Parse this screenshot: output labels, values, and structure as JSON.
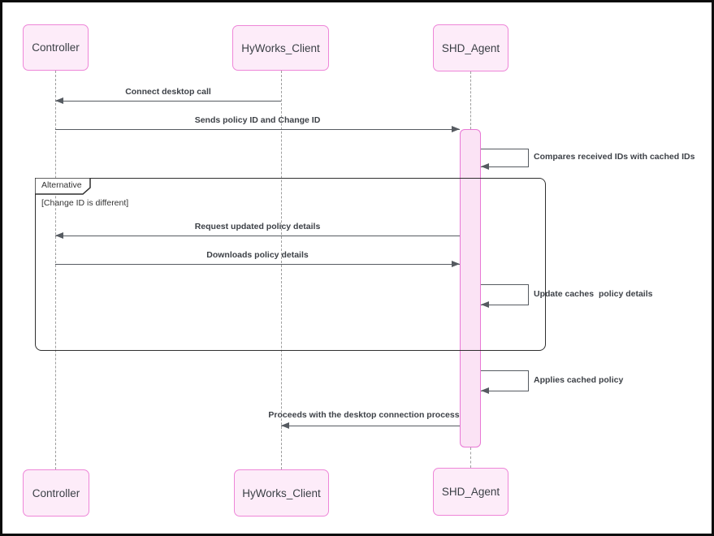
{
  "diagram": {
    "type": "uml-sequence",
    "actors": [
      {
        "name": "Controller"
      },
      {
        "name": "HyWorks_Client"
      },
      {
        "name": "SHD_Agent"
      }
    ],
    "messages": [
      {
        "label": "Connect desktop call",
        "from": "HyWorks_Client",
        "to": "Controller"
      },
      {
        "label": "Sends policy ID and Change ID",
        "from": "Controller",
        "to": "SHD_Agent"
      },
      {
        "label": "Request updated policy details",
        "from": "SHD_Agent",
        "to": "Controller"
      },
      {
        "label": "Downloads policy details",
        "from": "Controller",
        "to": "SHD_Agent"
      },
      {
        "label": "Proceeds with the desktop connection process",
        "from": "SHD_Agent",
        "to": "HyWorks_Client"
      }
    ],
    "self_messages": [
      {
        "label": "Compares received IDs with cached IDs",
        "actor": "SHD_Agent"
      },
      {
        "label": "Update caches  policy details",
        "actor": "SHD_Agent"
      },
      {
        "label": "Applies cached policy",
        "actor": "SHD_Agent"
      }
    ],
    "frame": {
      "label": "Alternative",
      "condition": "[Change ID is different]"
    }
  },
  "colors": {
    "box_fill": "#fdecf9",
    "box_border": "#ee86d8",
    "bar_fill": "#fbe3f5",
    "bar_border": "#e878d5",
    "arrow": "#565b61",
    "frame_border": "#2f2f2f",
    "lifeline": "#9e9e9e",
    "text": "#3a3f45",
    "label": "#3d4147"
  }
}
